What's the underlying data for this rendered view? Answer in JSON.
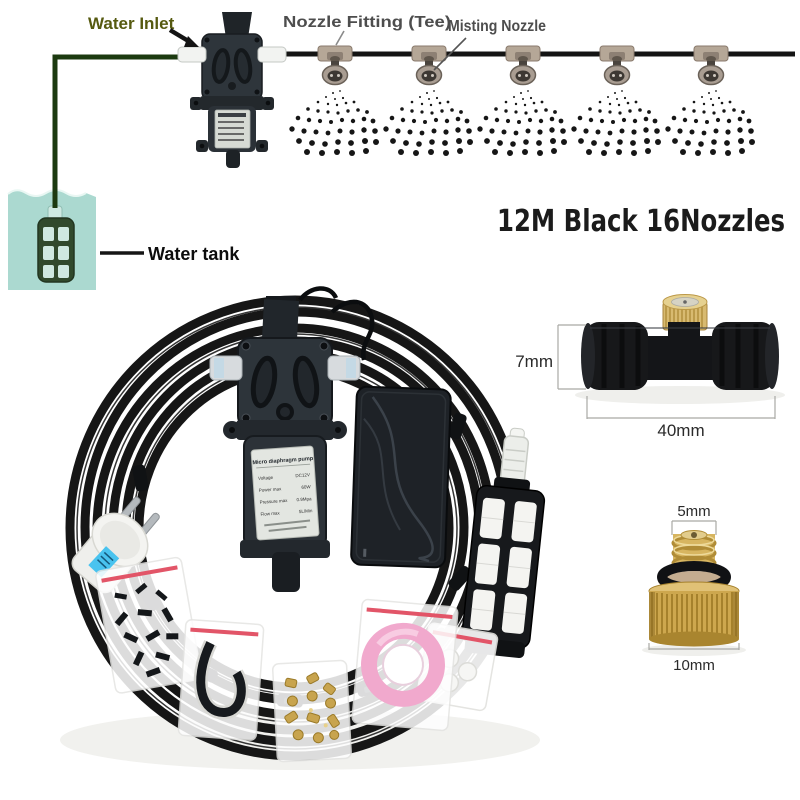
{
  "title": "12M Black 16Nozzles",
  "diagram": {
    "water_inlet_label": "Water Inlet",
    "nozzle_fitting_label": "Nozzle Fitting (Tee)",
    "misting_nozzle_label": "Misting Nozzle",
    "water_tank_label": "Water tank",
    "misting_nozzle_count": 5
  },
  "pump_label": {
    "title": "Micro diaphragm pump",
    "rows": [
      {
        "n": "Voltage",
        "v": "DC12V"
      },
      {
        "n": "Power max",
        "v": "60W"
      },
      {
        "n": "Pressure max",
        "v": "0.9Mpa"
      },
      {
        "n": "Flow max",
        "v": "5L/Min"
      }
    ]
  },
  "tee_fitting": {
    "height_dim": "7mm",
    "length_dim": "40mm"
  },
  "brass_nozzle": {
    "thread_dim": "5mm",
    "body_dim": "10mm"
  },
  "colors": {
    "label_olive": "#565a10",
    "label_gray": "#4d4d4d",
    "tank_water": "#abd9d0",
    "brass": "#cda74e",
    "teflon_pink": "#f1a9cd",
    "tube_black": "#141414",
    "tube_green": "#1c3a10"
  }
}
